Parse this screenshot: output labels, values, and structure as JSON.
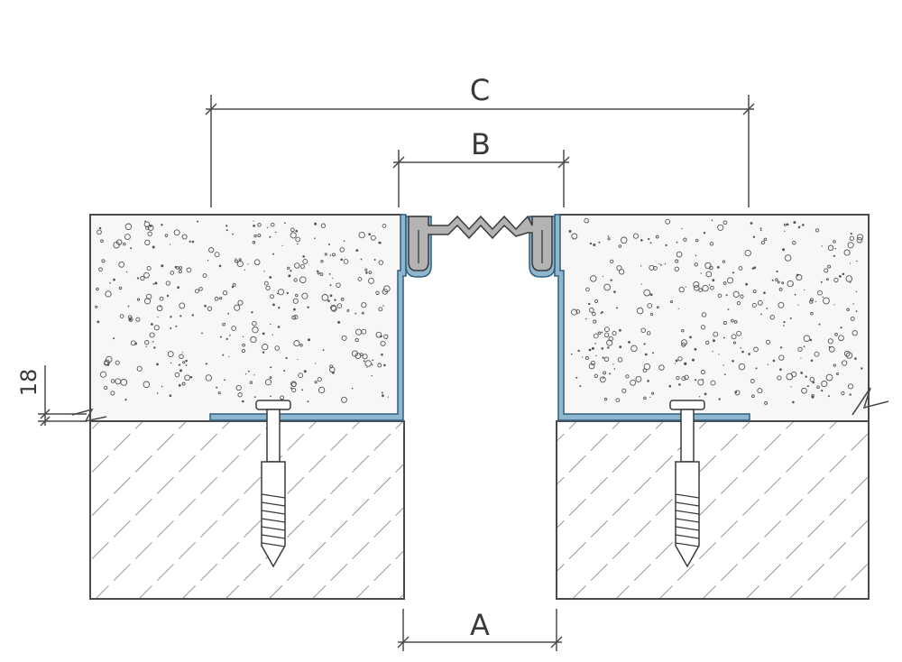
{
  "diagram": {
    "labels": {
      "overall_width": "C",
      "cover_width": "B",
      "joint_gap": "A",
      "screed_thickness": "18"
    },
    "colors": {
      "line": "#4a4a4a",
      "profile_fill": "#8fb6cf",
      "profile_stroke": "#2f5f7f",
      "insert_fill": "#b3b3b3",
      "insert_stroke": "#3a3a3a",
      "screed_fill": "#f3f3f3",
      "concrete_fill": "#ffffff"
    }
  }
}
